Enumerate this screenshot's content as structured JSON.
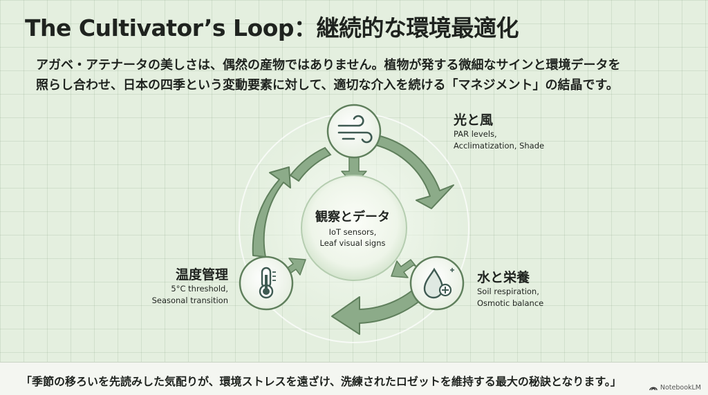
{
  "title": "The Cultivator’s Loop：継続的な環境最適化",
  "intro": [
    "アガベ・アテナータの美しさは、偶然の産物ではありません。植物が発する微細なサインと環境データを",
    "照らし合わせ、日本の四季という変動要素に対して、適切な介入を続ける「マネジメント」の結晶です。"
  ],
  "cycle": {
    "center": {
      "heading": "観察とデータ",
      "lines": [
        "IoT sensors,",
        "Leaf visual signs"
      ]
    },
    "nodes": [
      {
        "heading": "光と風",
        "lines": [
          "PAR levels,",
          "Acclimatization, Shade"
        ],
        "icon": "wind-icon"
      },
      {
        "heading": "水と栄養",
        "lines": [
          "Soil respiration,",
          "Osmotic balance"
        ],
        "icon": "water-drop-plus-icon"
      },
      {
        "heading": "温度管理",
        "lines": [
          "5°C threshold,",
          "Seasonal transition"
        ],
        "icon": "thermometer-icon"
      }
    ]
  },
  "quote": "「季節の移ろいを先読みした気配りが、環境ストレスを遠ざけ、洗練されたロゼットを維持する最大の秘訣となります。」",
  "brand": "NotebookLM",
  "colors": {
    "background": "#e4efdf",
    "arrow": "#8cab89",
    "arrow_edge": "#5f7f5c",
    "node_fill": "#f5f8f2",
    "text": "#1f231f"
  }
}
